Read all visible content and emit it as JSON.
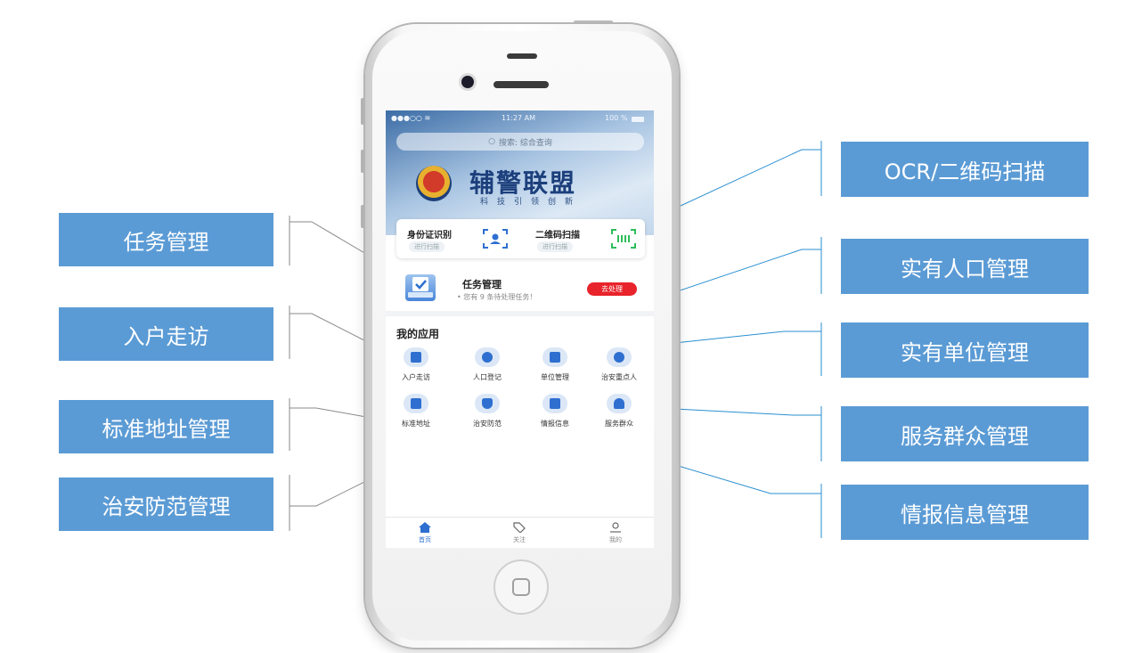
{
  "callouts": {
    "ocr": "OCR/二维码扫描",
    "task": "任务管理",
    "population": "实有人口管理",
    "visit": "入户走访",
    "unit": "实有单位管理",
    "address": "标准地址管理",
    "service": "服务群众管理",
    "security": "治安防范管理",
    "intel": "情报信息管理"
  },
  "status": {
    "time": "11:27 AM",
    "battery": "100 %"
  },
  "search": {
    "placeholder": "搜索: 综合查询"
  },
  "banner": {
    "brand": "辅警联盟",
    "slogan": "科技引领创新"
  },
  "scan": {
    "id_title": "身份证识别",
    "id_sub": "进行扫描",
    "qr_title": "二维码扫描",
    "qr_sub": "进行扫描"
  },
  "task": {
    "title": "任务管理",
    "desc": "• 您有 9 条待处理任务！",
    "button": "去处理"
  },
  "apps": {
    "title": "我的应用",
    "items": [
      {
        "label": "入户走访",
        "icon": "door-icon"
      },
      {
        "label": "人口登记",
        "icon": "person-icon"
      },
      {
        "label": "单位管理",
        "icon": "building-icon"
      },
      {
        "label": "治安重点人",
        "icon": "person-alert-icon"
      },
      {
        "label": "标准地址",
        "icon": "map-icon"
      },
      {
        "label": "治安防范",
        "icon": "shield-icon"
      },
      {
        "label": "情报信息",
        "icon": "monitor-icon"
      },
      {
        "label": "服务群众",
        "icon": "heart-hand-icon"
      }
    ]
  },
  "tabs": {
    "home": "首页",
    "follow": "关注",
    "mine": "我的"
  },
  "colors": {
    "callout": "#5b9bd5",
    "line": "#2a8fd0",
    "primary": "#2e6fd0",
    "alert": "#e8232b"
  }
}
